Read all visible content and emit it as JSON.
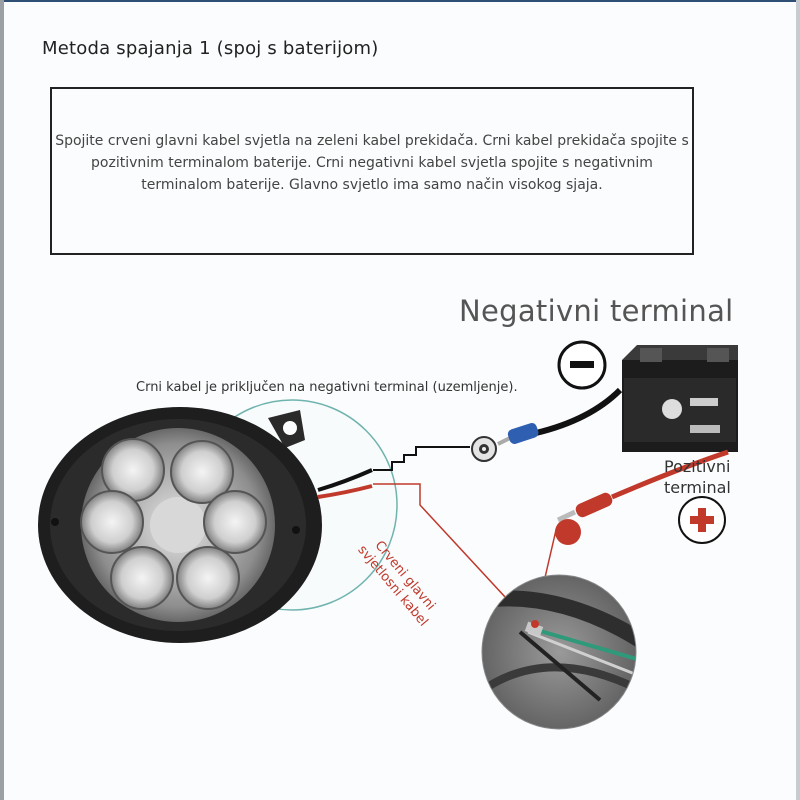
{
  "title": "Metoda spajanja 1 (spoj s baterijom)",
  "description": "Spojite crveni glavni kabel svjetla na zeleni kabel prekidača. Crni kabel prekidača spojite s pozitivnim terminalom baterije. Crni negativni kabel svjetla spojite s negativnim terminalom baterije. Glavno svjetlo ima samo način visokog sjaja.",
  "labels": {
    "negative_terminal": "Negativni terminal",
    "black_cable": "Crni kabel je priključen na negativni terminal (uzemljenje).",
    "positive_terminal": "Pozitivni terminal",
    "red_cable": "Crveni glavni svjetlosni kabel",
    "minus_symbol": "−",
    "plus_symbol": "+"
  },
  "colors": {
    "red_wire": "#c0392b",
    "teal_circle": "#6fb3ae",
    "battery_terminal_blue": "#2f5fb0",
    "wire_black": "#111111",
    "green_wire": "#2e9a7a"
  },
  "icons": [
    "led-headlight-icon",
    "battery-icon",
    "minus-sign-icon",
    "plus-sign-icon",
    "ring-terminal-icon",
    "wire-splice-icon"
  ]
}
